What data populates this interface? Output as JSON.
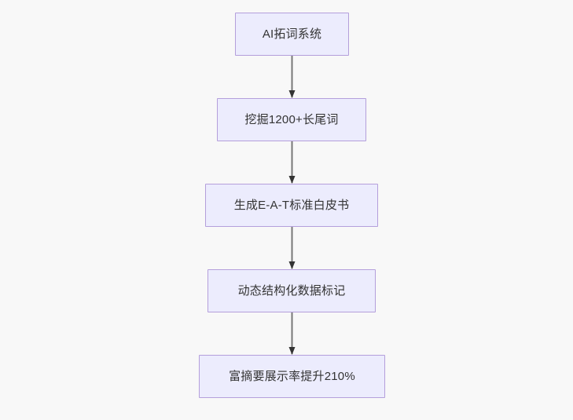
{
  "diagram": {
    "type": "flowchart",
    "direction": "top-to-bottom",
    "background_color": "#f8f8f8",
    "node_fill_color": "#ececfd",
    "node_border_color": "#b49fdb",
    "node_text_color": "#333333",
    "edge_color": "#777777",
    "arrowhead_color": "#333333",
    "nodes": [
      {
        "id": "n0",
        "label": "AI拓词系统"
      },
      {
        "id": "n1",
        "label": "挖掘1200+长尾词"
      },
      {
        "id": "n2",
        "label": "生成E-A-T标准白皮书"
      },
      {
        "id": "n3",
        "label": "动态结构化数据标记"
      },
      {
        "id": "n4",
        "label": "富摘要展示率提升210%"
      }
    ],
    "edges": [
      {
        "from": "n0",
        "to": "n1",
        "label": ""
      },
      {
        "from": "n1",
        "to": "n2",
        "label": ""
      },
      {
        "from": "n2",
        "to": "n3",
        "label": ""
      },
      {
        "from": "n3",
        "to": "n4",
        "label": ""
      }
    ]
  }
}
